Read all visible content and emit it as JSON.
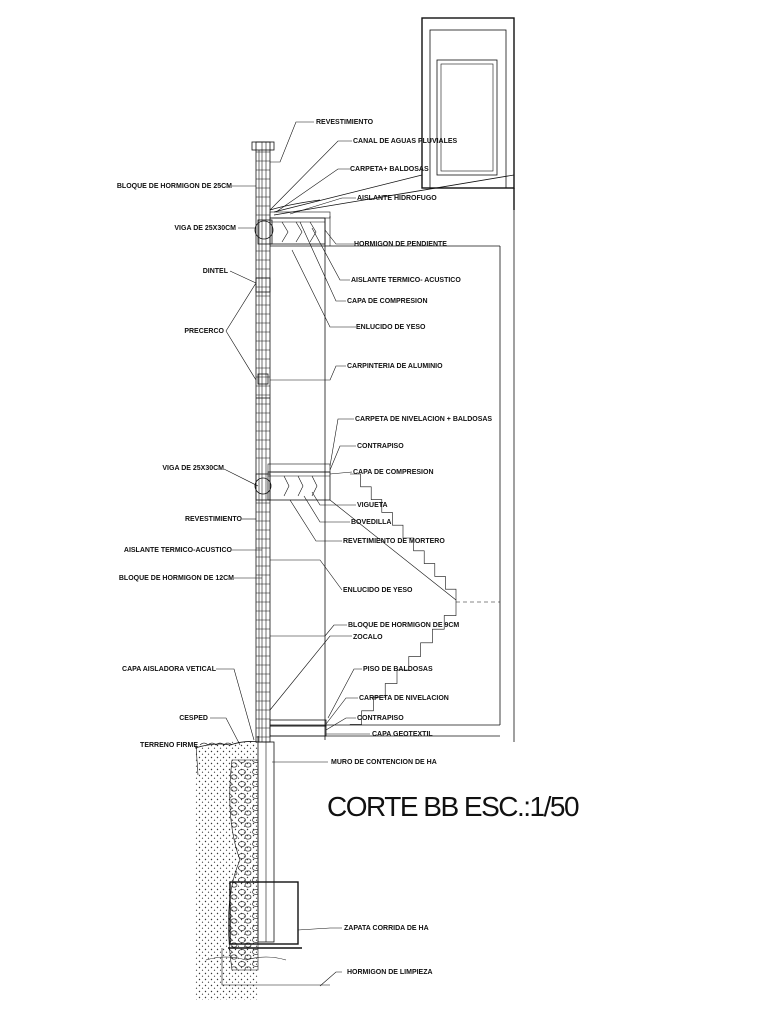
{
  "title": "CORTE BB ESC.:1/50",
  "labels_left": {
    "bloque_25": "BLOQUE DE HORMIGON DE 25CM",
    "viga_top": "VIGA DE 25X30CM",
    "dintel": "DINTEL",
    "precerco": "PRECERCO",
    "viga_mid": "VIGA DE 25X30CM",
    "revestimiento": "REVESTIMIENTO",
    "aislante": "AISLANTE TERMICO-ACUSTICO",
    "bloque_12": "BLOQUE DE HORMIGON DE 12CM",
    "capa_aisladora": "CAPA AISLADORA VETICAL",
    "cesped": "CESPED",
    "terreno": "TERRENO FIRME"
  },
  "labels_right": {
    "revestimiento": "REVESTIMIENTO",
    "canal": "CANAL DE AGUAS PLUVIALES",
    "carpeta_baldosas": "CARPETA+ BALDOSAS",
    "aislante_hidrofugo": "AISLANTE HIDROFUGO",
    "hormigon_pendiente": "HORMIGON DE PENDIENTE",
    "aislante_termico": "AISLANTE TERMICO- ACUSTICO",
    "capa_compresion_top": "CAPA DE COMPRESION",
    "enlucido_top": "ENLUCIDO DE YESO",
    "carpinteria": "CARPINTERIA DE ALUMINIO",
    "carpeta_nivelacion_baldosas": "CARPETA DE NIVELACION + BALDOSAS",
    "contrapiso_mid": "CONTRAPISO",
    "capa_compresion_mid": "CAPA DE COMPRESION",
    "vigueta": "VIGUETA",
    "bovedilla": "BOVEDILLA",
    "revestimiento_mortero": "REVETIMIENTO DE MORTERO",
    "enlucido_mid": "ENLUCIDO DE YESO",
    "bloque_9": "BLOQUE DE HORMIGON DE 9CM",
    "zocalo": "ZOCALO",
    "piso_baldosas": "PISO DE BALDOSAS",
    "carpeta_nivelacion": "CARPETA DE NIVELACION",
    "contrapiso_low": "CONTRAPISO",
    "capa_geotextil": "CAPA GEOTEXTIL",
    "muro": "MURO DE CONTENCION DE HA",
    "zapata": "ZAPATA CORRIDA DE HA",
    "limpieza": "HORMIGON DE LIMPIEZA"
  }
}
